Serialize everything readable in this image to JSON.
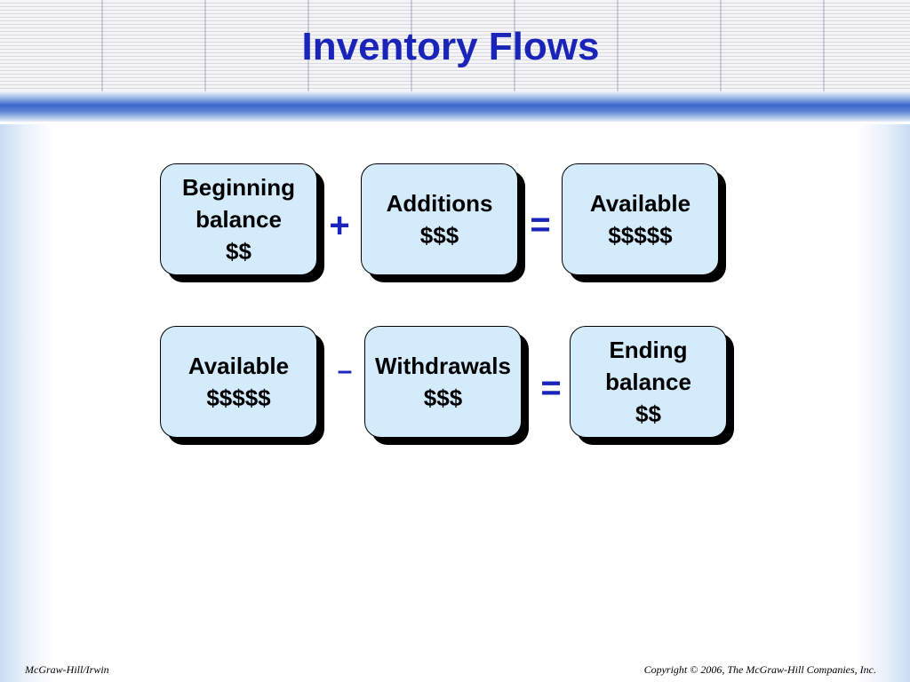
{
  "slide": {
    "title": "Inventory Flows"
  },
  "row1": {
    "box1": {
      "line1": "Beginning",
      "line2": "balance",
      "line3": "$$"
    },
    "op1": "+",
    "box2": {
      "line1": "Additions",
      "line2": "$$$"
    },
    "op2": "=",
    "box3": {
      "line1": "Available",
      "line2": "$$$$$"
    }
  },
  "row2": {
    "box1": {
      "line1": "Available",
      "line2": "$$$$$"
    },
    "op1": "–",
    "box2": {
      "line1": "Withdrawals",
      "line2": "$$$"
    },
    "op2": "=",
    "box3": {
      "line1": "Ending",
      "line2": "balance",
      "line3": "$$"
    }
  },
  "footer": {
    "left": "McGraw-Hill/Irwin",
    "right": "Copyright © 2006, The McGraw-Hill Companies, Inc."
  },
  "colors": {
    "title": "#1a24b8",
    "box_fill": "#d3ebfb",
    "operator": "#1a24b8"
  }
}
